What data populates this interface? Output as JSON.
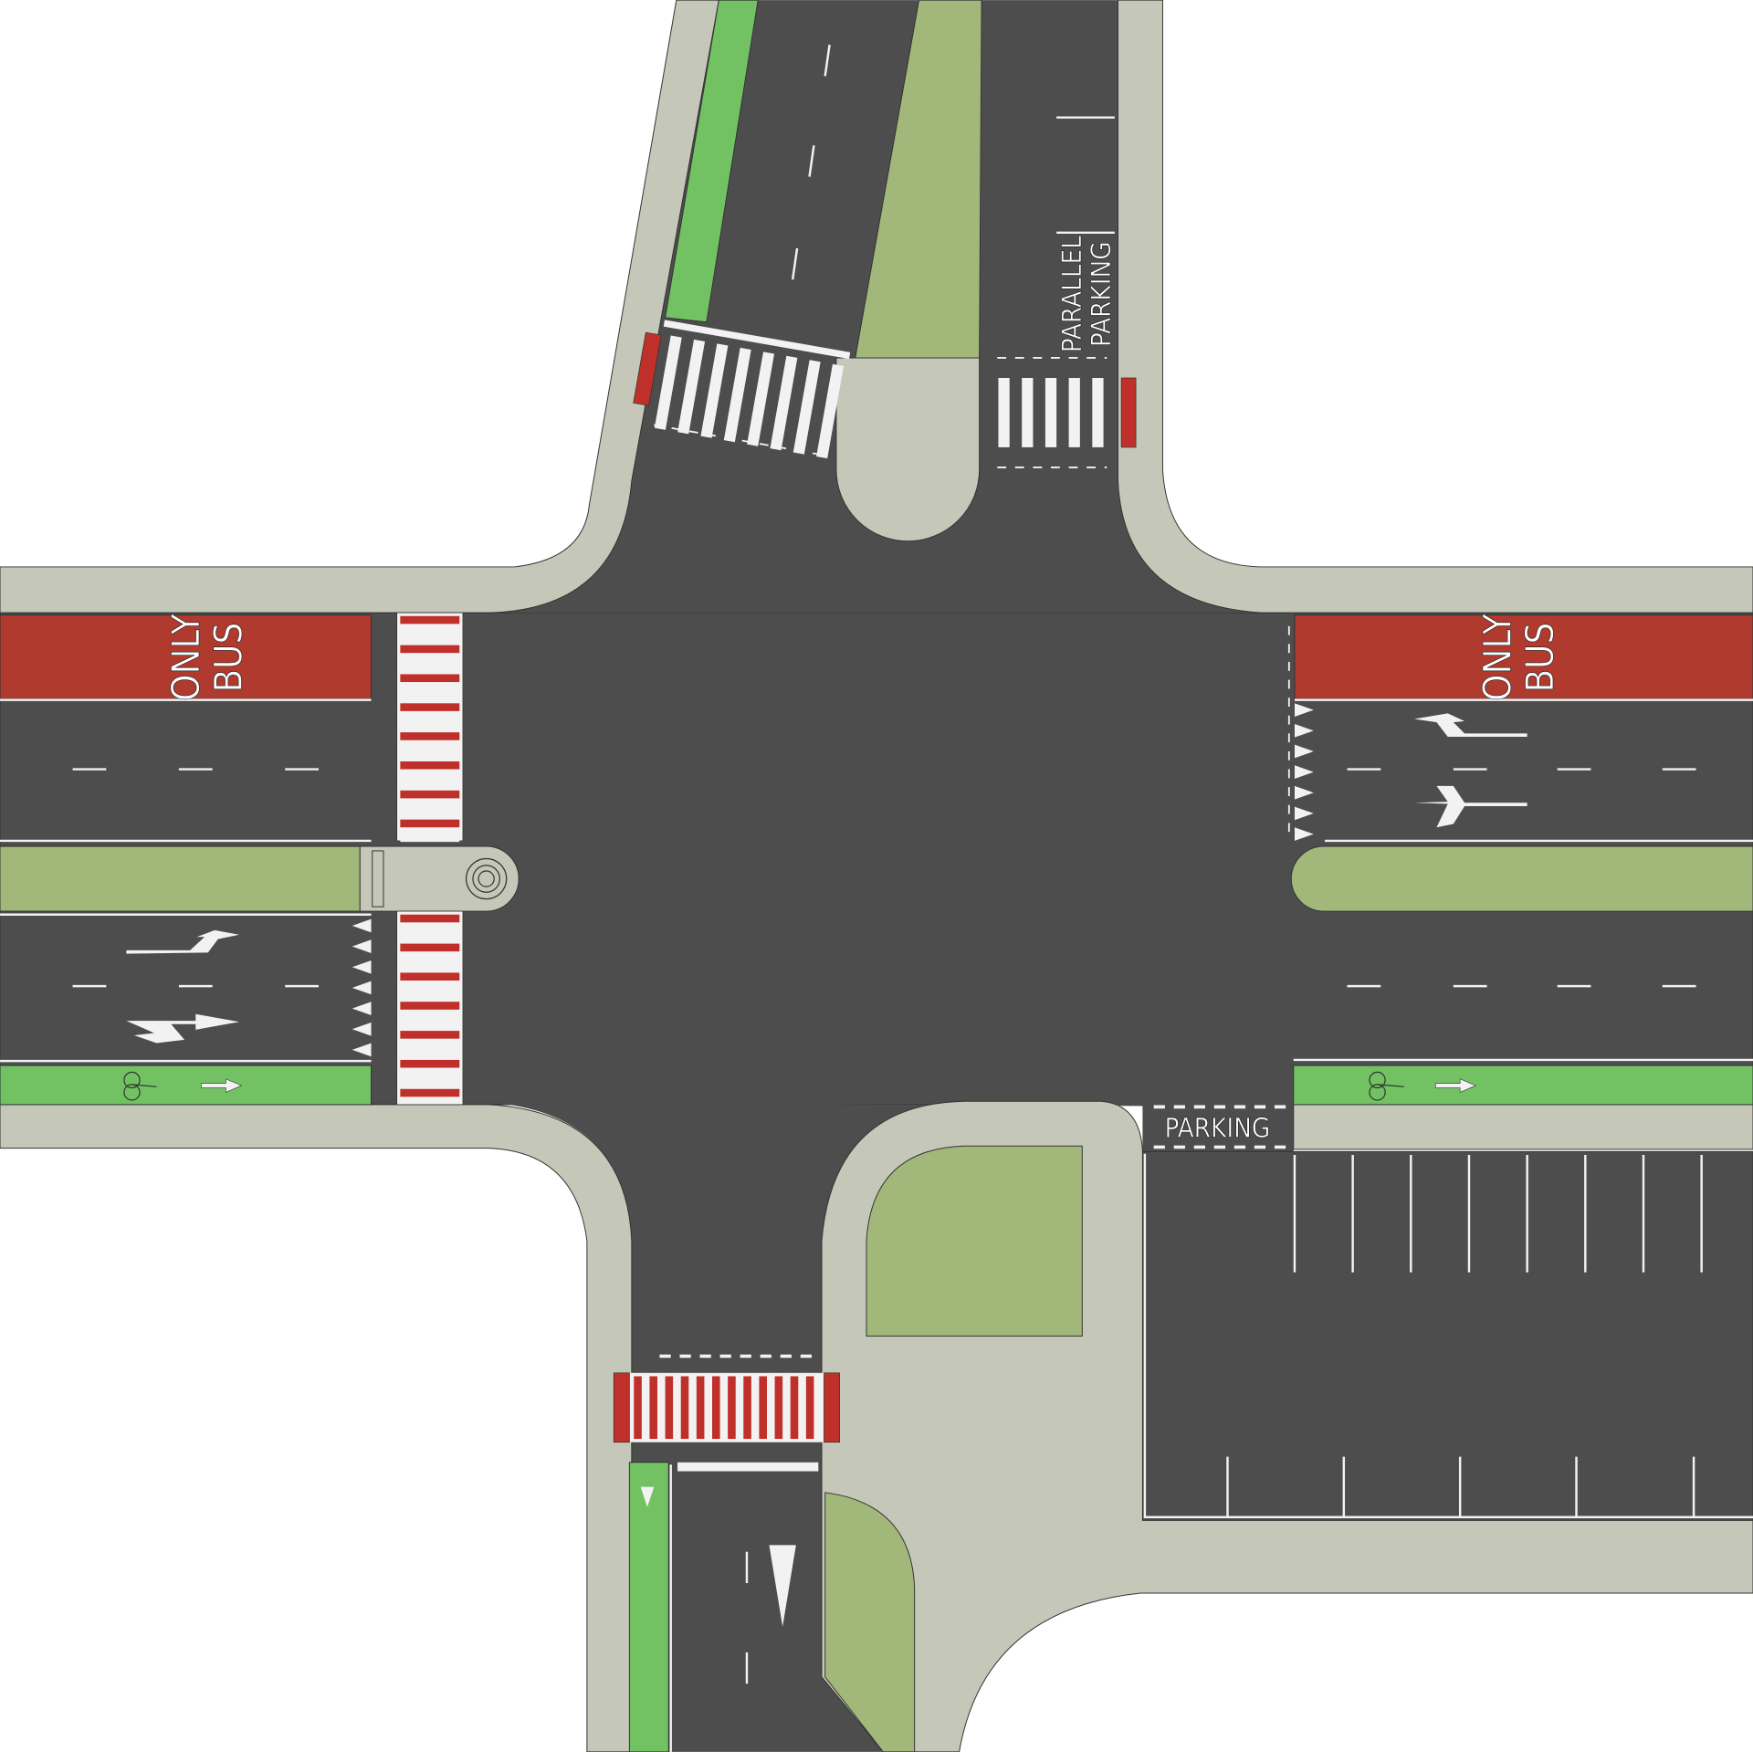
{
  "markings": {
    "bus_lane_west": {
      "line1": "ONLY",
      "line2": "BUS"
    },
    "bus_lane_east": {
      "line1": "ONLY",
      "line2": "BUS"
    },
    "parallel_parking": {
      "line1": "PARALLEL",
      "line2": "PARKING"
    },
    "parking_entrance": "PARKING"
  },
  "colors": {
    "asphalt": "#4d4d4d",
    "sidewalk": "#c5c7b8",
    "bus_lane": "#b03a2e",
    "bike_lane": "#72c264",
    "grass": "#a1b87a",
    "crosswalk_red": "#c0302a",
    "marking": "#f2f2f2"
  },
  "icons": [
    "bicycle-icon",
    "arrow-right-icon",
    "turn-arrow-icon",
    "yield-triangle-icon",
    "lamp-post-icon"
  ]
}
